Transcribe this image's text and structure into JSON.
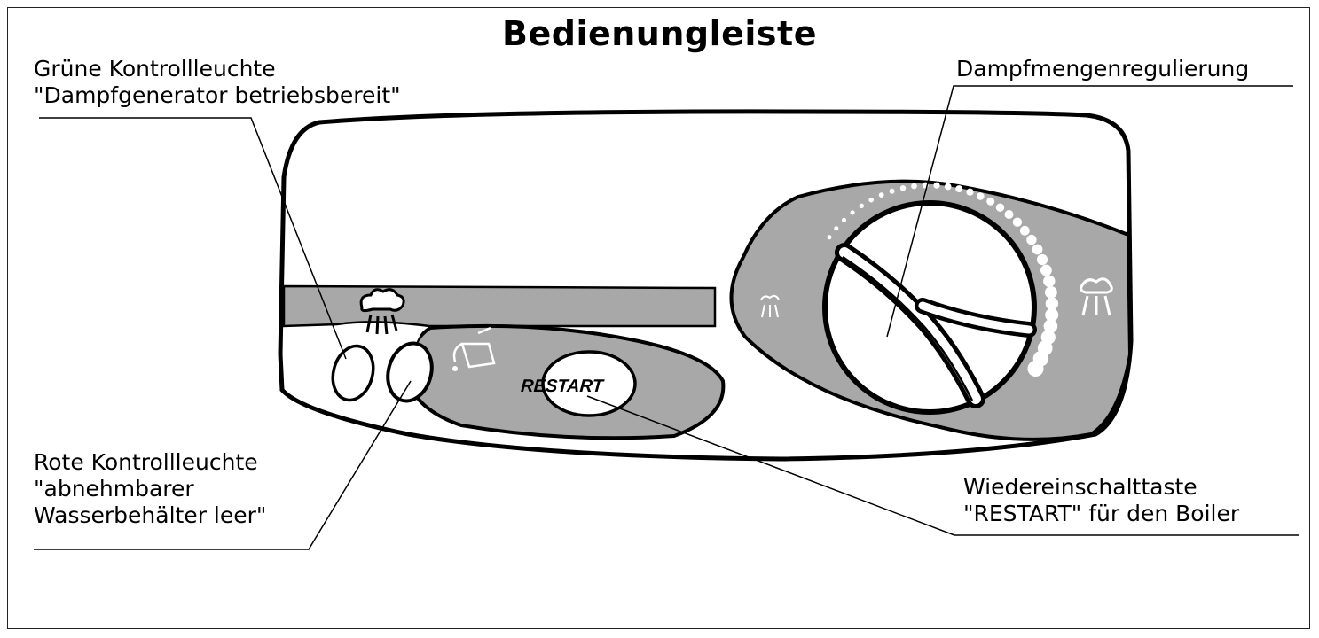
{
  "title": "Bedienungleiste",
  "labels": {
    "green_light": {
      "line1": "Grüne Kontrollleuchte",
      "line2": "\"Dampfgenerator betriebsbereit\""
    },
    "steam_regulation": {
      "line1": "Dampfmengenregulierung"
    },
    "red_light": {
      "line1": "Rote Kontrollleuchte",
      "line2": "\"abnehmbarer",
      "line3": "Wasserbehälter leer\""
    },
    "restart": {
      "line1": "Wiedereinschalttaste",
      "line2": "\"RESTART\" für den Boiler"
    }
  },
  "button_text": "RESTART",
  "colors": {
    "panel_grey": "#a8a8a8",
    "stroke": "#000000",
    "background": "#ffffff"
  },
  "icons": {
    "steam_icon": "steam-cloud-icon",
    "water_tank_icon": "water-jug-icon",
    "small_steam_icon": "small-steam-icon",
    "large_steam_icon": "large-steam-icon"
  }
}
